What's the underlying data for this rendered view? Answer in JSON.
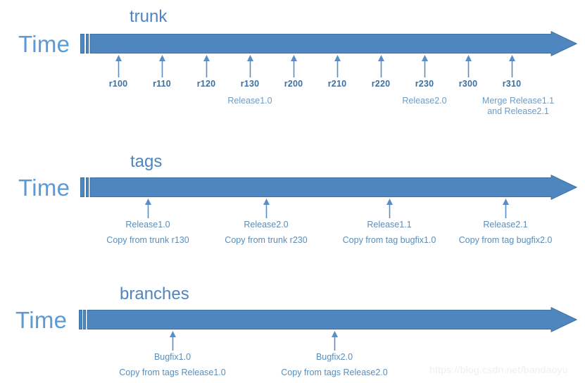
{
  "diagram": {
    "title": "SVN trunk / tags / branches timeline",
    "colors": {
      "arrow_fill": "#4e87bf",
      "arrow_stroke": "#3f72a4",
      "time_label": "#5b9bd5",
      "section_title": "#4f86c0",
      "revision_label": "#3e6f9e",
      "note_label": "#6b9cc6",
      "watermark": "#eceff1",
      "background": "#ffffff"
    },
    "rows": [
      {
        "id": "trunk",
        "time_label": "Time",
        "section_title": "trunk",
        "ticks": [
          {
            "label": "r100",
            "note": []
          },
          {
            "label": "r110",
            "note": []
          },
          {
            "label": "r120",
            "note": []
          },
          {
            "label": "r130",
            "note": [
              "Release1.0"
            ]
          },
          {
            "label": "r200",
            "note": []
          },
          {
            "label": "r210",
            "note": []
          },
          {
            "label": "r220",
            "note": []
          },
          {
            "label": "r230",
            "note": [
              "Release2.0"
            ]
          },
          {
            "label": "r300",
            "note": []
          },
          {
            "label": "r310",
            "note": [
              "Merge Release1.1",
              "and Release2.1"
            ]
          }
        ]
      },
      {
        "id": "tags",
        "time_label": "Time",
        "section_title": "tags",
        "ticks": [
          {
            "label": "Release1.0",
            "note": [
              "Copy from trunk r130"
            ]
          },
          {
            "label": "Release2.0",
            "note": [
              "Copy from trunk r230"
            ]
          },
          {
            "label": "Release1.1",
            "note": [
              "Copy from tag bugfix1.0"
            ]
          },
          {
            "label": "Release2.1",
            "note": [
              "Copy from tag bugfix2.0"
            ]
          }
        ]
      },
      {
        "id": "branches",
        "time_label": "Time",
        "section_title": "branches",
        "ticks": [
          {
            "label": "Bugfix1.0",
            "note": [
              "Copy from tags Release1.0"
            ]
          },
          {
            "label": "Bugfix2.0",
            "note": [
              "Copy from tags Release2.0"
            ]
          }
        ]
      }
    ],
    "watermark": "https://blog.csdn.net/bandaoyu"
  }
}
